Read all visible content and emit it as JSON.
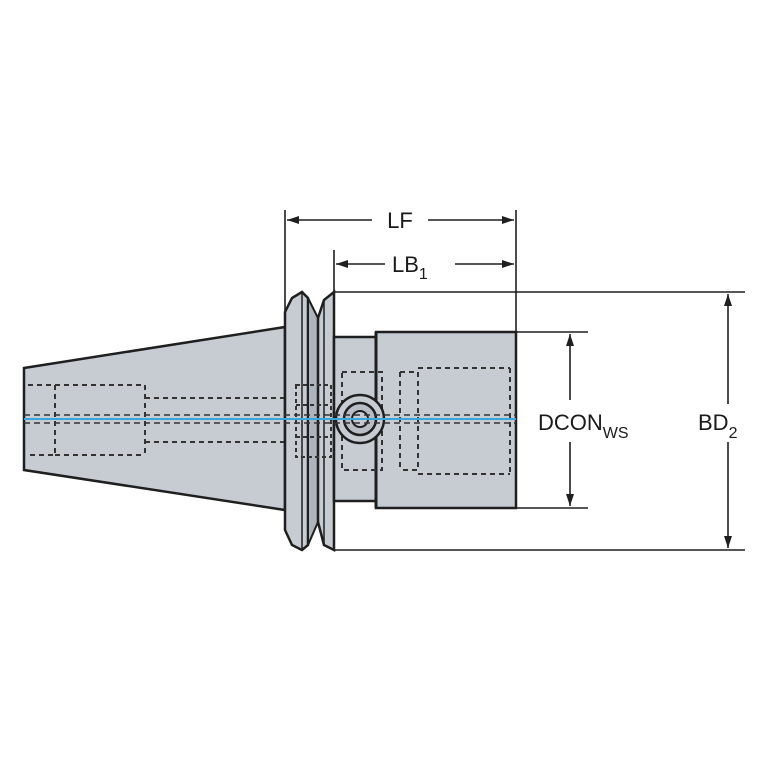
{
  "dimensions": {
    "lf": {
      "label": "LF",
      "subscript": ""
    },
    "lb": {
      "label": "LB",
      "subscript": "1"
    },
    "dcon": {
      "label": "DCON",
      "subscript": "WS"
    },
    "bd": {
      "label": "BD",
      "subscript": "2"
    }
  },
  "colors": {
    "body": "#c7ccd3",
    "outline": "#1f1f1f",
    "centerline": "#3aa4dd",
    "hidden": "#333333"
  }
}
